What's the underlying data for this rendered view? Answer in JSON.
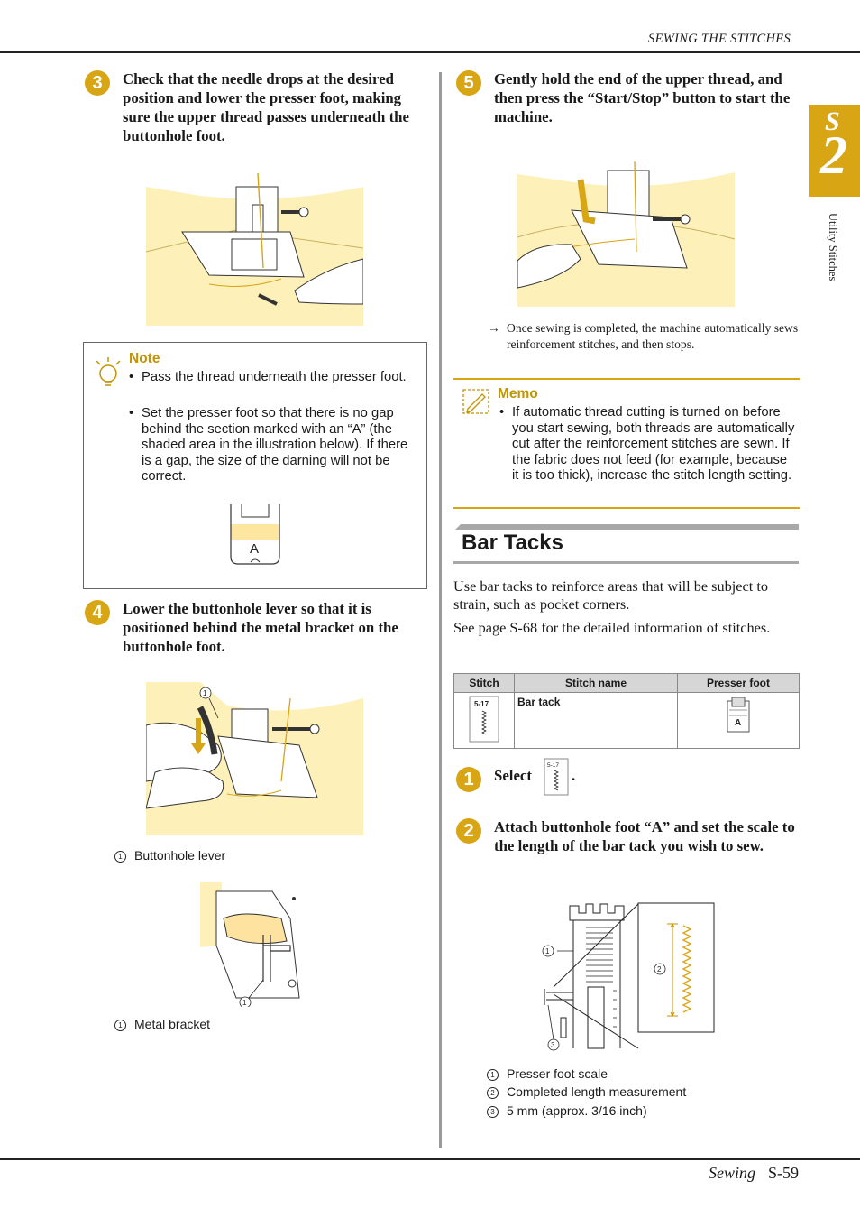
{
  "header": {
    "running_title": "SEWING THE STITCHES"
  },
  "tab": {
    "letter": "S",
    "number": "2",
    "side_label": "Utility Stitches"
  },
  "footer": {
    "section": "Sewing",
    "page": "S-59"
  },
  "left": {
    "step3": {
      "num": "3",
      "text": "Check that the needle drops at the desired position and lower the presser foot, making sure the upper thread passes underneath the buttonhole foot."
    },
    "note": {
      "title": "Note",
      "bullets": [
        "Pass the thread underneath the presser foot.",
        "Set the presser foot so that there is no gap behind the section marked with an “A” (the shaded area in the illustration below). If there is a gap, the size of the darning will not be correct."
      ],
      "foot_label": "A"
    },
    "step4": {
      "num": "4",
      "text": "Lower the buttonhole lever so that it is positioned behind the metal bracket on the buttonhole foot."
    },
    "fig4_callout": "1",
    "fig4_caption": {
      "num": "1",
      "text": "Buttonhole lever"
    },
    "fig5_callout": "1",
    "fig5_caption": {
      "num": "1",
      "text": "Metal bracket"
    }
  },
  "right": {
    "step5": {
      "num": "5",
      "text": "Gently hold the end of the upper thread, and then press the “Start/Stop” button to start the machine."
    },
    "result": {
      "arrow": "→",
      "text": "Once sewing is completed, the machine automatically sews reinforcement stitches, and then stops."
    },
    "memo": {
      "title": "Memo",
      "bullets": [
        "If automatic thread cutting is turned on before you start sewing, both threads are automatically cut after the reinforcement stitches are sewn. If the fabric does not feed (for example, because it is too thick), increase the stitch length setting."
      ]
    },
    "section_title": "Bar Tacks",
    "para1": "Use bar tacks to reinforce areas that will be subject to strain, such as pocket corners.",
    "para2": "See page S-68 for the detailed information of stitches.",
    "table": {
      "headers": [
        "Stitch",
        "Stitch name",
        "Presser foot"
      ],
      "row": {
        "stitch_code": "5-17",
        "name": "Bar tack",
        "foot": "A"
      }
    },
    "step1": {
      "num": "1",
      "label": "Select",
      "code": "5-17",
      "end": "."
    },
    "step2": {
      "num": "2",
      "text": "Attach buttonhole foot “A” and set the scale to the length of the bar tack you wish to sew."
    },
    "diagram_callouts": [
      "1",
      "2",
      "3"
    ],
    "captions": [
      {
        "num": "1",
        "text": "Presser foot scale"
      },
      {
        "num": "2",
        "text": "Completed length measurement"
      },
      {
        "num": "3",
        "text": "5 mm (approx. 3/16 inch)"
      }
    ]
  }
}
